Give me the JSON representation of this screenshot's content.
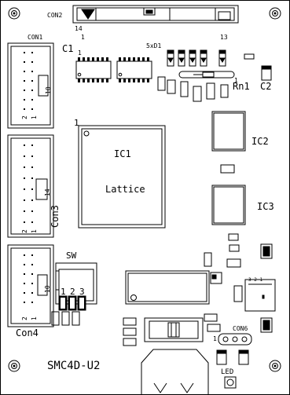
{
  "board": {
    "title": "SMC4D-U2"
  },
  "labels": {
    "con1": "CON1",
    "con2": "CON2",
    "con2_pin14": "14",
    "con2_pin1": "1",
    "c1": "C1",
    "dip_pin1": "1",
    "diode_array": "5xD1",
    "diode_pin13": "13",
    "rn1": "Rn1",
    "c2": "C2",
    "rn1_pin1": "1",
    "ic1_pin1": "1",
    "ic1": "IC1",
    "lattice": "Lattice",
    "ic2": "IC2",
    "ic3": "IC3",
    "con3": "Con3",
    "con3_pins": "14",
    "con1_pins": "10",
    "con1_pin2": "2",
    "con1_pin1": "1",
    "con3_pin2": "2",
    "con3_pin1": "1",
    "sw": "SW",
    "sw_1": "1",
    "sw_2": "2",
    "sw_3": "3",
    "con4": "Con4",
    "con4_pins": "10",
    "con4_pin2": "2",
    "con4_pin1": "1",
    "con6": "CON6",
    "con6_pin1": "1",
    "led": "LED",
    "reg_pins": "3 2 1"
  },
  "colors": {
    "ink": "#000000",
    "paper": "#ffffff",
    "fill_dark": "#1a1a1a"
  }
}
